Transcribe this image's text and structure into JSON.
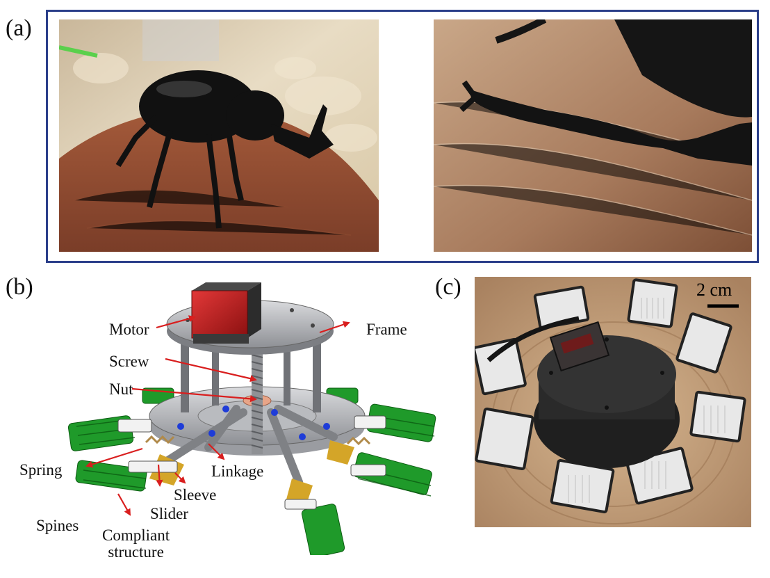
{
  "panels": {
    "a": {
      "label": "(a)"
    },
    "b": {
      "label": "(b)"
    },
    "c": {
      "label": "(c)"
    }
  },
  "labels": {
    "motor": "Motor",
    "frame": "Frame",
    "screw": "Screw",
    "nut": "Nut",
    "spring": "Spring",
    "linkage": "Linkage",
    "sleeve": "Sleeve",
    "slider": "Slider",
    "spines": "Spines",
    "compliant_line1": "Compliant",
    "compliant_line2": "structure"
  },
  "scale_bar": {
    "text": "2 cm"
  },
  "colors": {
    "frame_border": "#2b3f8a",
    "arrow": "#d91e1e",
    "motor": "#b01818",
    "spine_green": "#1f9a2a",
    "metal": "#a8aaaf"
  }
}
